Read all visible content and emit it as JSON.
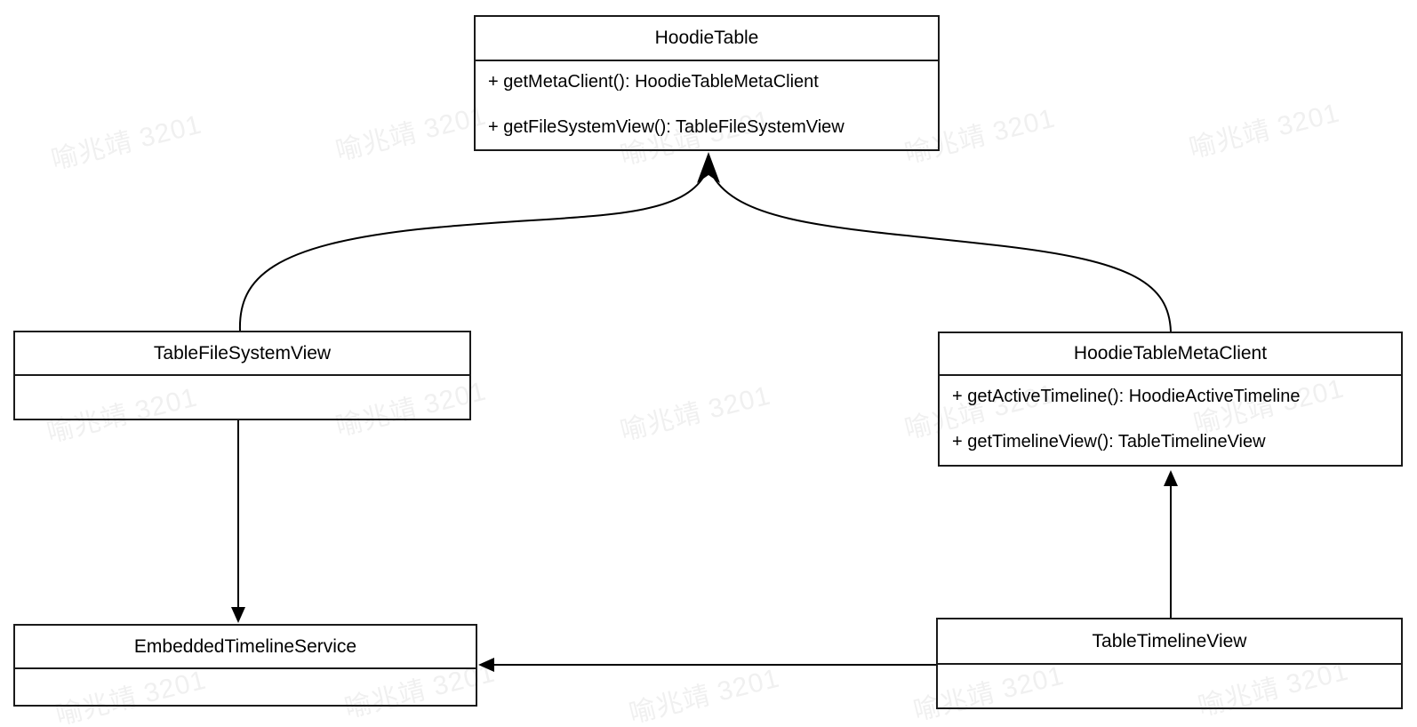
{
  "diagram": {
    "type": "uml-class-diagram",
    "watermark": {
      "text": "喻兆靖 3201",
      "color": "#ededed"
    },
    "colors": {
      "line": "#000000",
      "box_background": "#ffffff",
      "text": "#000000"
    },
    "classes": [
      {
        "name": "HoodieTable",
        "methods": [
          "+ getMetaClient(): HoodieTableMetaClient",
          "+ getFileSystemView(): TableFileSystemView"
        ]
      },
      {
        "name": "TableFileSystemView",
        "methods": []
      },
      {
        "name": "HoodieTableMetaClient",
        "methods": [
          "+ getActiveTimeline(): HoodieActiveTimeline",
          "+ getTimelineView(): TableTimelineView"
        ]
      },
      {
        "name": "EmbeddedTimelineService",
        "methods": []
      },
      {
        "name": "TableTimelineView",
        "methods": []
      }
    ],
    "relations": [
      {
        "from": "TableFileSystemView",
        "to": "HoodieTable",
        "style": "curved",
        "arrowhead": "filled-up"
      },
      {
        "from": "HoodieTableMetaClient",
        "to": "HoodieTable",
        "style": "curved",
        "arrowhead": "filled-up"
      },
      {
        "from": "TableFileSystemView",
        "to": "EmbeddedTimelineService",
        "style": "straight-vertical",
        "arrowhead": "filled-down"
      },
      {
        "from": "TableTimelineView",
        "to": "HoodieTableMetaClient",
        "style": "straight-vertical",
        "arrowhead": "filled-up"
      },
      {
        "from": "TableTimelineView",
        "to": "EmbeddedTimelineService",
        "style": "straight-horizontal",
        "arrowhead": "filled-left"
      }
    ]
  }
}
